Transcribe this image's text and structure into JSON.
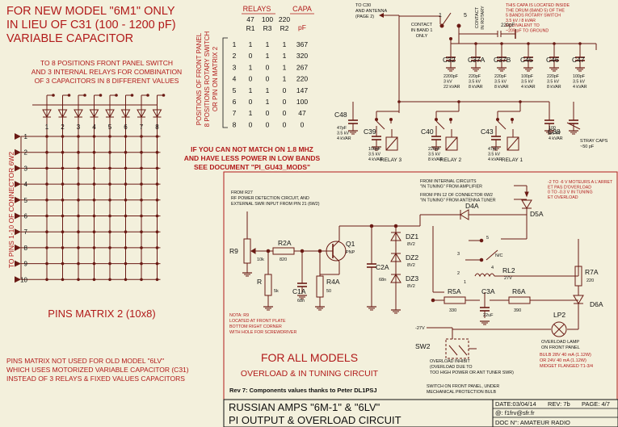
{
  "colors": {
    "background": "#f3f0dc",
    "wire": "#6a1a14",
    "text_red": "#b11a1a",
    "text_black": "#111111",
    "frame": "#b11a1a"
  },
  "header": {
    "line1": "FOR NEW MODEL \"6M1\" ONLY",
    "line2": "IN LIEU OF C31 (100 - 1200 pF)",
    "line3": "VARIABLE CAPACITOR"
  },
  "switch_note": [
    "TO 8 POSITIONS FRONT PANEL SWITCH",
    "AND 3 INTERNAL RELAYS FOR COMBINATION",
    "OF 3 CAPACITORS IN 8  DIFFERENT VALUES"
  ],
  "matrix": {
    "col_labels": [
      "1",
      "2",
      "3",
      "4",
      "5",
      "6",
      "7",
      "8"
    ],
    "row_labels": [
      "1",
      "2",
      "3",
      "4",
      "5",
      "6",
      "7",
      "8",
      "9",
      "10"
    ],
    "side_label": "TO PINS 1-10 OF CONNECTOR 6W2",
    "title": "PINS MATRIX 2 (10x8)"
  },
  "old_model_note": [
    "PINS MATRIX NOT USED FOR OLD MODEL \"6LV\"",
    "WHICH USES MOTORIZED VARIABLE CAPACITOR (C31)",
    "INSTEAD OF 3 RELAYS & FIXED VALUES CAPACITORS"
  ],
  "relay_table": {
    "vertical_label": [
      "POSITIONS OF FRONT PANEL",
      "8 POSITIONS ROTARY SWITCH",
      "OR PIN ON MATRIX 2"
    ],
    "relays_title": "RELAYS",
    "capa_title": "CAPA",
    "cap_values": [
      "47",
      "100",
      "220"
    ],
    "relay_names": [
      "R1",
      "R3",
      "R2"
    ],
    "unit": "pF",
    "rows": [
      [
        "1",
        "1",
        "1",
        "1",
        "367"
      ],
      [
        "2",
        "0",
        "1",
        "1",
        "320"
      ],
      [
        "3",
        "1",
        "0",
        "1",
        "267"
      ],
      [
        "4",
        "0",
        "0",
        "1",
        "220"
      ],
      [
        "5",
        "1",
        "1",
        "0",
        "147"
      ],
      [
        "6",
        "0",
        "1",
        "0",
        "100"
      ],
      [
        "7",
        "1",
        "0",
        "0",
        "47"
      ],
      [
        "8",
        "0",
        "0",
        "0",
        "0"
      ]
    ]
  },
  "band_note": [
    "IF YOU CAN NOT MATCH ON 1.8 MHZ",
    "AND HAVE LESS POWER IN LOW BANDS",
    "SEE DOCUMENT \"PI_GU43_MODS\""
  ],
  "pi": {
    "to_c30": [
      "TO C30",
      "AND ANTENNA",
      "(PAGE 2)"
    ],
    "contact_band1": [
      "CONTACT",
      "IN BAND 1",
      "ONLY"
    ],
    "contact_rotary": [
      "CONTACT",
      "IN ROTARY"
    ],
    "sw_pos1": "1",
    "sw_pos5": "5",
    "drum_note": [
      "THIS CAPA IS LOCATED INSIDE",
      "THE DRUM (BAND 5) OF THE",
      "5 BANDS ROTARY SWITCH",
      "3.5 kV / 8 kVAR",
      "EQUIVALENT TO",
      "~205 pF TO GROUND"
    ],
    "drum_cap": "220pF",
    "top_caps": [
      {
        "name": "C32",
        "spec": [
          "2200pF",
          "3 kV",
          "22 kVAR"
        ]
      },
      {
        "name": "C37A",
        "spec": [
          "220pF",
          "3.5 kV",
          "8 kVAR"
        ]
      },
      {
        "name": "C37B",
        "spec": [
          "220pF",
          "3.5 kV",
          "8 kVAR"
        ]
      },
      {
        "name": "C45",
        "spec": [
          "100pF",
          "3.5 kV",
          "4 kVAR"
        ]
      },
      {
        "name": "C46",
        "spec": [
          "220pF",
          "3.5 kV",
          "8 kVAR"
        ]
      },
      {
        "name": "C47",
        "spec": [
          "100pF",
          "3.5 kV",
          "4 kVAR"
        ]
      }
    ],
    "c48": {
      "name": "C48",
      "spec": [
        "47pF",
        "3.5 kV",
        "4 kVAR"
      ]
    },
    "c39": {
      "name": "C39",
      "spec": [
        "100pF",
        "3.5 kV",
        "4 kVAR"
      ]
    },
    "c40": {
      "name": "C40",
      "spec": [
        "220pF",
        "3.5 kV",
        "8 kVAR"
      ]
    },
    "c43": {
      "name": "C43",
      "spec": [
        "47pF",
        "3.5 kV",
        "4 kVAR"
      ]
    },
    "c38": {
      "name": "C38",
      "spec": [
        "100",
        "3.5 kV",
        "4 kVAR"
      ]
    },
    "stray": [
      "STRAY CAPS",
      "~50 pF"
    ],
    "relays": [
      "RELAY 3",
      "RELAY 2",
      "RELAY 1"
    ]
  },
  "overload": {
    "from_r27": [
      "FROM R27",
      "RF POWER DETECTION CIRCUIT, AND",
      "EXTERNAL SWR INPUT FROM PIN 21 (6W2)"
    ],
    "internal": [
      "FROM INTERNAL CIRCUITS",
      "\"IN TUNING\" FROM AMPLIFIER"
    ],
    "pin12": [
      "FROM PIN 12 OF CONNECTOR 6W2",
      "\"IN TUNING\" FROM ANTENNA TUNER"
    ],
    "motor_note": [
      "-2 TO -6 V MOTEURS A L'ARRET",
      "ET PAS D'OVERLOAD",
      "0 TO -0.3 V IN TUNING",
      "ET OVERLOAD"
    ],
    "parts": {
      "r9": "R9",
      "r9v": "10k",
      "r2a": "R2A",
      "r2av": "820",
      "r": "R",
      "rv": "5k",
      "c1a": "C1A",
      "c1av": "68n",
      "r4a": "R4A",
      "r4av": "50",
      "q1": "Q1",
      "q1t": "PNP",
      "c2a": "C2A",
      "c2av": "68n",
      "dz1": "DZ1",
      "dz1v": "8V2",
      "dz2": "DZ2",
      "dz2v": "8V2",
      "dz3": "DZ3",
      "dz3v": "8V2",
      "d4a": "D4A",
      "d5a": "D5A",
      "d6a": "D6A",
      "rl2": "RL2",
      "rl2v": "27V",
      "nc": "N/C",
      "p1": "1",
      "p2": "2",
      "p3": "3",
      "p4": "4",
      "p5": "5",
      "r5a": "R5A",
      "r5av": "330",
      "c3a": "C3A",
      "c3av": "22uF",
      "r6a": "R6A",
      "r6av": "390",
      "r7a": "R7A",
      "r7av": "220",
      "lp2": "LP2",
      "sw2": "SW2",
      "neg27": "-27V"
    },
    "nota": [
      "NOTA: R9",
      "LOCATED AT FRONT PLATE",
      "BOTTOM RIGHT CORNER",
      "WITH HOLE FOR SCREWDRIVER"
    ],
    "for_all": "FOR ALL MODELS",
    "subtitle": "OVERLOAD & IN TUNING CIRCUIT",
    "inhibit": [
      "OVERLOAD INHIBIT",
      "(OVERLOAD DUE TO",
      "TOO HIGH POWER OR ANT TUNER SWR)"
    ],
    "lamp": [
      "OVERLOAD LAMP",
      "ON FRONT PANEL"
    ],
    "bulb": [
      "BULB 28V 40 mA (1.12W)",
      "OR 24V 40 mA (1.12W)",
      "MIDGET FLANGED T1-3/4"
    ],
    "switch_note": [
      "SWITCH ON FRONT PANEL, UNDER",
      "MECHANICAL PROTECTION BULB"
    ],
    "rev_note": "Rev 7: Components values thanks to Peter DL1PSJ"
  },
  "title_block": {
    "title1": "RUSSIAN AMPS  \"6M-1\" & \"6LV\"",
    "title2": "PI OUTPUT & OVERLOAD CIRCUIT",
    "date": "DATE:03/04/14",
    "rev": "REV: 7b",
    "page": "PAGE:    4/7",
    "email": "@: f1frv@sfr.fr",
    "doc": "DOC N°: AMATEUR RADIO"
  }
}
